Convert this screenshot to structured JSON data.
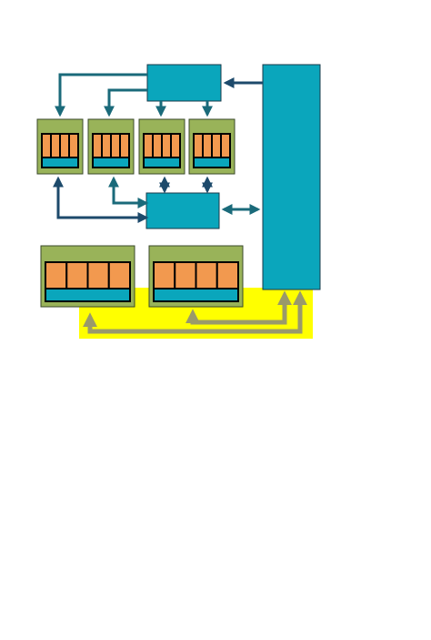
{
  "diagram": {
    "colors": {
      "background": "#ffffff",
      "teal_block": "#0aa6bc",
      "green_module": "#99b359",
      "orange_cell": "#f2994f",
      "yellow_highlight": "#ffff00",
      "arrow_dark_teal": "#1a6a7a",
      "arrow_navy": "#1d4a6b",
      "arrow_olive": "#9a9a6a",
      "outline": "#000000"
    },
    "small_modules": [
      {
        "cells": 4
      },
      {
        "cells": 4
      },
      {
        "cells": 4
      },
      {
        "cells": 4
      }
    ],
    "large_modules": [
      {
        "cells": 4
      },
      {
        "cells": 4
      }
    ],
    "blocks": {
      "top_controller": {
        "label": ""
      },
      "mid_controller": {
        "label": ""
      },
      "right_tall_block": {
        "label": ""
      }
    }
  }
}
